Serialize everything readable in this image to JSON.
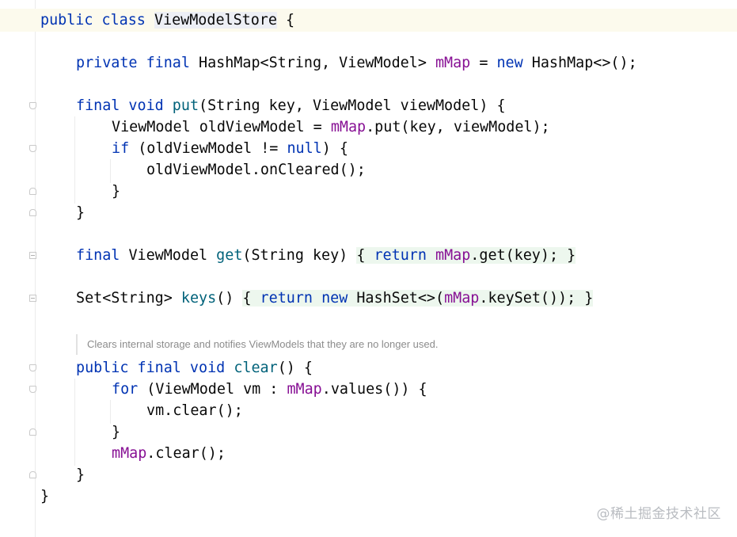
{
  "editor": {
    "lines": {
      "l1": {
        "kw": "public class ",
        "cls": "ViewModelStore",
        "rest": " {"
      },
      "l2": {
        "kw1": "private final ",
        "t1": "HashMap<String, ViewModel> ",
        "f1": "mMap",
        "t2": " = ",
        "kw2": "new ",
        "t3": "HashMap<>();"
      },
      "l3": {
        "kw1": "final void ",
        "m1": "put",
        "t1": "(String key, ViewModel viewModel) {"
      },
      "l4": {
        "t1": "ViewModel oldViewModel = ",
        "f1": "mMap",
        "t2": ".put(key, viewModel);"
      },
      "l5": {
        "kw1": "if ",
        "t1": "(oldViewModel != ",
        "kw2": "null",
        "t2": ") {"
      },
      "l6": {
        "t1": "oldViewModel.onCleared();"
      },
      "l7": {
        "t1": "}"
      },
      "l8": {
        "t1": "}"
      },
      "l9": {
        "kw1": "final ",
        "t1": "ViewModel ",
        "m1": "get",
        "t2": "(String key) ",
        "h1": "{ ",
        "kw2": "return ",
        "f1": "mMap",
        "t3": ".get(key); ",
        "h2": "}"
      },
      "l10": {
        "t1": "Set<String> ",
        "m1": "keys",
        "t2": "() ",
        "h1": "{ ",
        "kw2": "return ",
        "kw3": "new ",
        "t3": "HashSet<>(",
        "f1": "mMap",
        "t4": ".keySet()); ",
        "h2": "}"
      },
      "doc": "Clears internal storage and notifies ViewModels that they are no longer used.",
      "l11": {
        "kw1": "public final void ",
        "m1": "clear",
        "t1": "() {"
      },
      "l12": {
        "kw1": "for ",
        "t1": "(ViewModel vm : ",
        "f1": "mMap",
        "t2": ".values()) {"
      },
      "l13": {
        "t1": "vm.clear();"
      },
      "l14": {
        "t1": "}"
      },
      "l15": {
        "f1": "mMap",
        "t1": ".clear();"
      },
      "l16": {
        "t1": "}"
      },
      "l17": {
        "t1": "}"
      }
    }
  },
  "watermark": "@稀土掘金技术社区"
}
